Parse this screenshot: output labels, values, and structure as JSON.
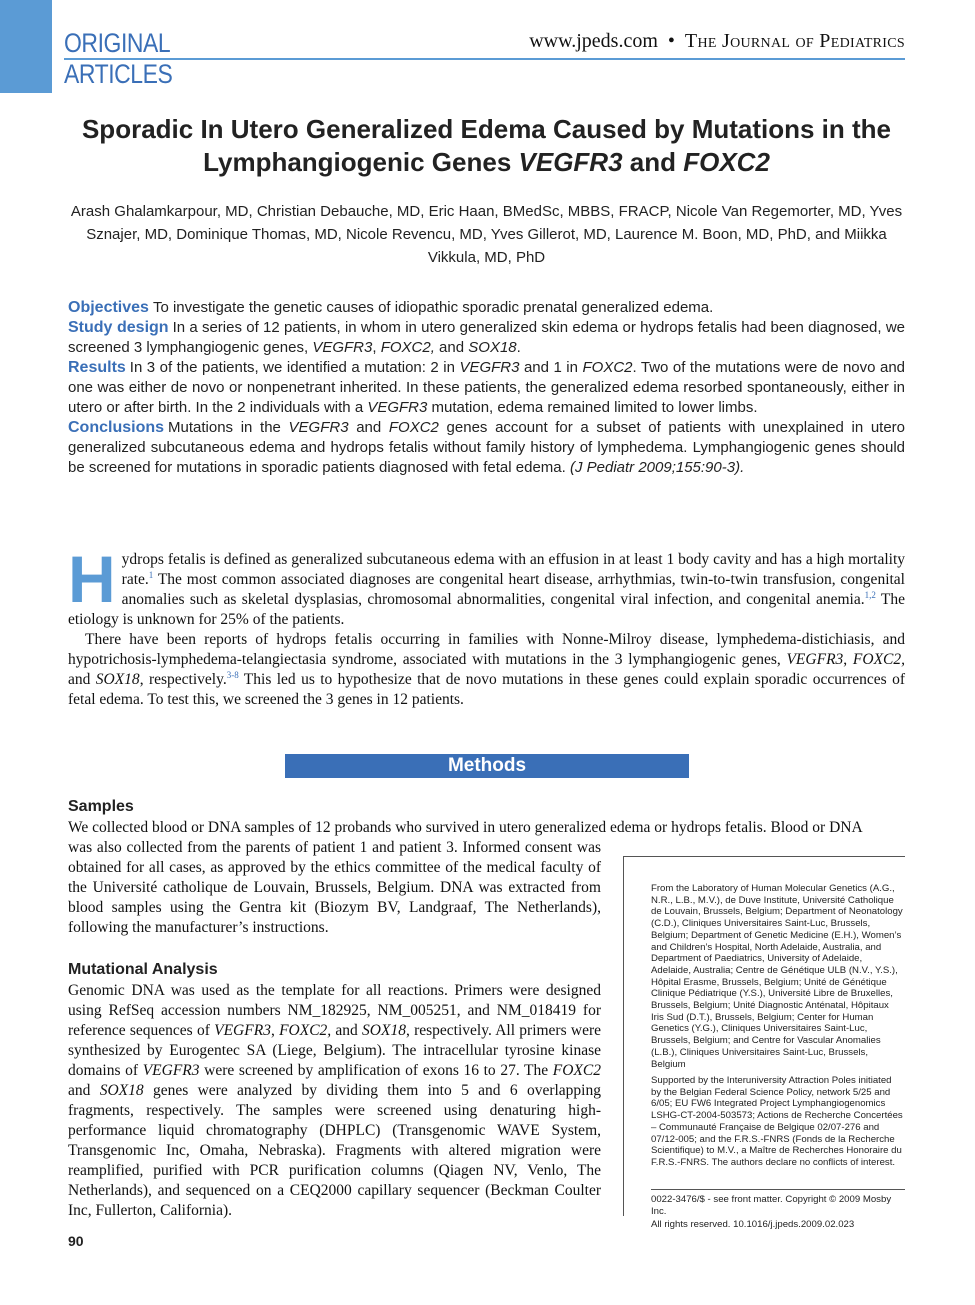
{
  "header": {
    "section_label_line1": "ORIGINAL",
    "section_label_line2": "ARTICLES",
    "site": "www.jpeds.com",
    "separator": "•",
    "journal": "The Journal of Pediatrics"
  },
  "title": {
    "part1": "Sporadic In Utero Generalized Edema Caused by Mutations in the Lymphangiogenic Genes ",
    "gene1": "VEGFR3",
    "and": " and ",
    "gene2": "FOXC2"
  },
  "authors": "Arash Ghalamkarpour, MD, Christian Debauche, MD, Eric Haan, BMedSc, MBBS, FRACP, Nicole Van Regemorter, MD, Yves Sznajer, MD, Dominique Thomas, MD, Nicole Revencu, MD, Yves Gillerot, MD, Laurence M. Boon, MD, PhD, and Miikka Vikkula, MD, PhD",
  "abstract": {
    "objectives_label": "Objectives",
    "objectives_text": "To investigate the genetic causes of idiopathic sporadic prenatal generalized edema.",
    "study_label": "Study design",
    "study_text_1": "In a series of 12 patients, in whom in utero generalized skin edema or hydrops fetalis had been diagnosed, we screened 3 lymphangiogenic genes, ",
    "study_g1": "VEGFR3",
    "study_sep1": ", ",
    "study_g2": "FOXC2,",
    "study_sep2": " and ",
    "study_g3": "SOX18",
    "study_end": ".",
    "results_label": "Results",
    "results_1": "In 3 of the patients, we identified a mutation: 2 in ",
    "results_g1": "VEGFR3",
    "results_2": " and 1 in ",
    "results_g2": "FOXC2",
    "results_3": ". Two of the mutations were de novo and one was either de novo or nonpenetrant inherited. In these patients, the generalized edema resorbed spontaneously, either in utero or after birth. In the 2 individuals with a ",
    "results_g3": "VEGFR3",
    "results_4": " mutation, edema remained limited to lower limbs.",
    "conclusions_label": "Conclusions",
    "conc_1": "Mutations in the ",
    "conc_g1": "VEGFR3",
    "conc_2": " and ",
    "conc_g2": "FOXC2",
    "conc_3": " genes account for a subset of patients with unexplained in utero generalized subcutaneous edema and hydrops fetalis without family history of lymphedema. Lymphangiogenic genes should be screened for mutations in sporadic patients diagnosed with fetal edema. ",
    "citation": "(J Pediatr 2009;155:90-3)."
  },
  "intro": {
    "dropcap": "H",
    "p1_a": "ydrops fetalis is defined as generalized subcutaneous edema with an effusion in at least 1 body cavity and has a high mortality rate.",
    "p1_ref1": "1",
    "p1_b": " The most common associated diagnoses are congenital heart disease, arrhythmias, twin-to-twin transfusion, congenital anomalies such as skeletal dysplasias, chromosomal abnormalities, congenital viral infection, and congenital anemia.",
    "p1_ref2": "1,2",
    "p1_c": " The etiology is unknown for 25% of the patients.",
    "p2_a": "There have been reports of hydrops fetalis occurring in families with Nonne-Milroy disease, lymphedema-distichiasis, and hypotrichosis-lymphedema-telangiectasia syndrome, associated with mutations in the 3 lymphangiogenic genes, ",
    "p2_g1": "VEGFR3",
    "p2_s1": ", ",
    "p2_g2": "FOXC2,",
    "p2_s2": " and ",
    "p2_g3": "SOX18",
    "p2_b": ", respectively.",
    "p2_ref": "3-8",
    "p2_c": " This led us to hypothesize that de novo mutations in these genes could explain sporadic occurrences of fetal edema. To test this, we screened the 3 genes in 12 patients."
  },
  "methods": {
    "heading": "Methods",
    "samples_heading": "Samples",
    "samples_full": "We collected blood or DNA samples of 12 probands who survived in utero generalized edema or hydrops fetalis. Blood or DNA",
    "samples_col": "was also collected from the parents of patient 1 and patient 3. Informed consent was obtained for all cases, as approved by the ethics committee of the medical faculty of the Université catholique de Louvain, Brussels, Belgium. DNA was extracted from blood samples using the Gentra kit (Biozym BV, Landgraaf, The Netherlands), following the manufacturer’s instructions.",
    "mut_heading": "Mutational Analysis",
    "mut_1": "Genomic DNA was used as the template for all reactions. Primers were designed using RefSeq accession numbers NM_182925, NM_005251, and NM_018419 for reference sequences of ",
    "mut_g1": "VEGFR3",
    "mut_s1": ", ",
    "mut_g2": "FOXC2,",
    "mut_s2": " and ",
    "mut_g3": "SOX18",
    "mut_2": ", respectively. All primers were synthesized by Eurogentec SA (Liege, Belgium). The intracellular tyrosine kinase domains of ",
    "mut_g4": "VEGFR3",
    "mut_3": " were screened by amplification of exons 16 to 27. The ",
    "mut_g5": "FOXC2",
    "mut_s3": " and ",
    "mut_g6": "SOX18",
    "mut_4": " genes were analyzed by dividing them into 5 and 6 overlapping fragments, respectively. The samples were screened using denaturing high-performance liquid chromatography (DHPLC) (Transgenomic WAVE System, Transgenomic Inc, Omaha, Nebraska). Fragments with altered migration were reamplified, purified with PCR purification columns (Qiagen NV, Venlo, The Netherlands), and sequenced on a CEQ2000 capillary sequencer (Beckman Coulter Inc, Fullerton, California)."
  },
  "sidebar": {
    "affiliations": "From the Laboratory of Human Molecular Genetics (A.G., N.R., L.B., M.V.), de Duve Institute, Université Catholique de Louvain, Brussels, Belgium; Department of Neonatology (C.D.), Cliniques Universitaires Saint-Luc, Brussels, Belgium; Department of Genetic Medicine (E.H.), Women’s and Children’s Hospital, North Adelaide, Australia, and Department of Paediatrics, University of Adelaide, Adelaide, Australia; Centre de Génétique ULB (N.V., Y.S.), Hôpital Erasme, Brussels, Belgium; Unité de Génétique Clinique Pédiatrique (Y.S.), Université Libre de Bruxelles, Brussels, Belgium; Unité Diagnostic Anténatal, Hôpitaux Iris Sud (D.T.), Brussels, Belgium; Center for Human Genetics (Y.G.), Cliniques Universitaires Saint-Luc, Brussels, Belgium; and Centre for Vascular Anomalies (L.B.), Cliniques Universitaires Saint-Luc, Brussels, Belgium",
    "support": "Supported by the Interuniversity Attraction Poles initiated by the Belgian Federal Science Policy, network 5/25 and 6/05; EU FW6 Integrated Project Lymphangiogenomics LSHG-CT-2004-503573; Actions de Recherche Concertées – Communauté Française de Belgique 02/07-276 and 07/12-005; and the F.R.S.-FNRS (Fonds de la Recherche Scientifique) to M.V., a Maître de Recherches Honoraire du F.R.S.-FNRS. The authors declare no conflicts of interest.",
    "copyright": "0022-3476/$ - see front matter. Copyright © 2009 Mosby Inc.",
    "rights": "All rights reserved. 10.1016/j.jpeds.2009.02.023"
  },
  "page_number": "90",
  "colors": {
    "accent": "#3a6fb7",
    "bar": "#5b9bd5"
  }
}
